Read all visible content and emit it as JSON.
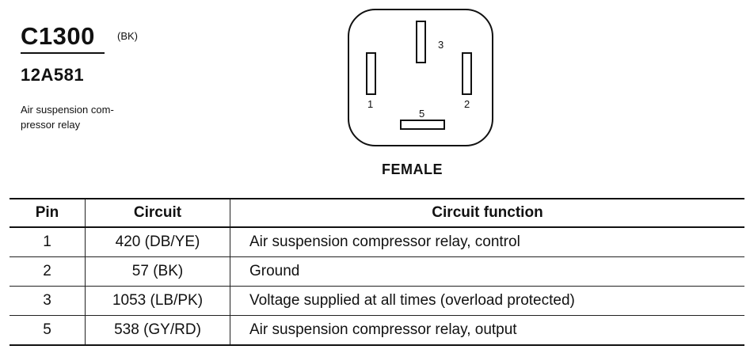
{
  "connector": {
    "id": "C1300",
    "color": "(BK)",
    "part_number": "12A581",
    "description": "Air suspension com-\npressor relay"
  },
  "diagram": {
    "pins": [
      {
        "label": "3"
      },
      {
        "label": "1"
      },
      {
        "label": "2"
      },
      {
        "label": "5"
      }
    ],
    "gender": "FEMALE"
  },
  "table": {
    "headers": {
      "pin": "Pin",
      "circuit": "Circuit",
      "function": "Circuit function"
    },
    "rows": [
      {
        "pin": "1",
        "circuit": "420 (DB/YE)",
        "function": "Air suspension compressor relay, control"
      },
      {
        "pin": "2",
        "circuit": "57 (BK)",
        "function": "Ground"
      },
      {
        "pin": "3",
        "circuit": "1053 (LB/PK)",
        "function": "Voltage supplied at all times (overload protected)"
      },
      {
        "pin": "5",
        "circuit": "538 (GY/RD)",
        "function": "Air suspension compressor relay, output"
      }
    ]
  }
}
